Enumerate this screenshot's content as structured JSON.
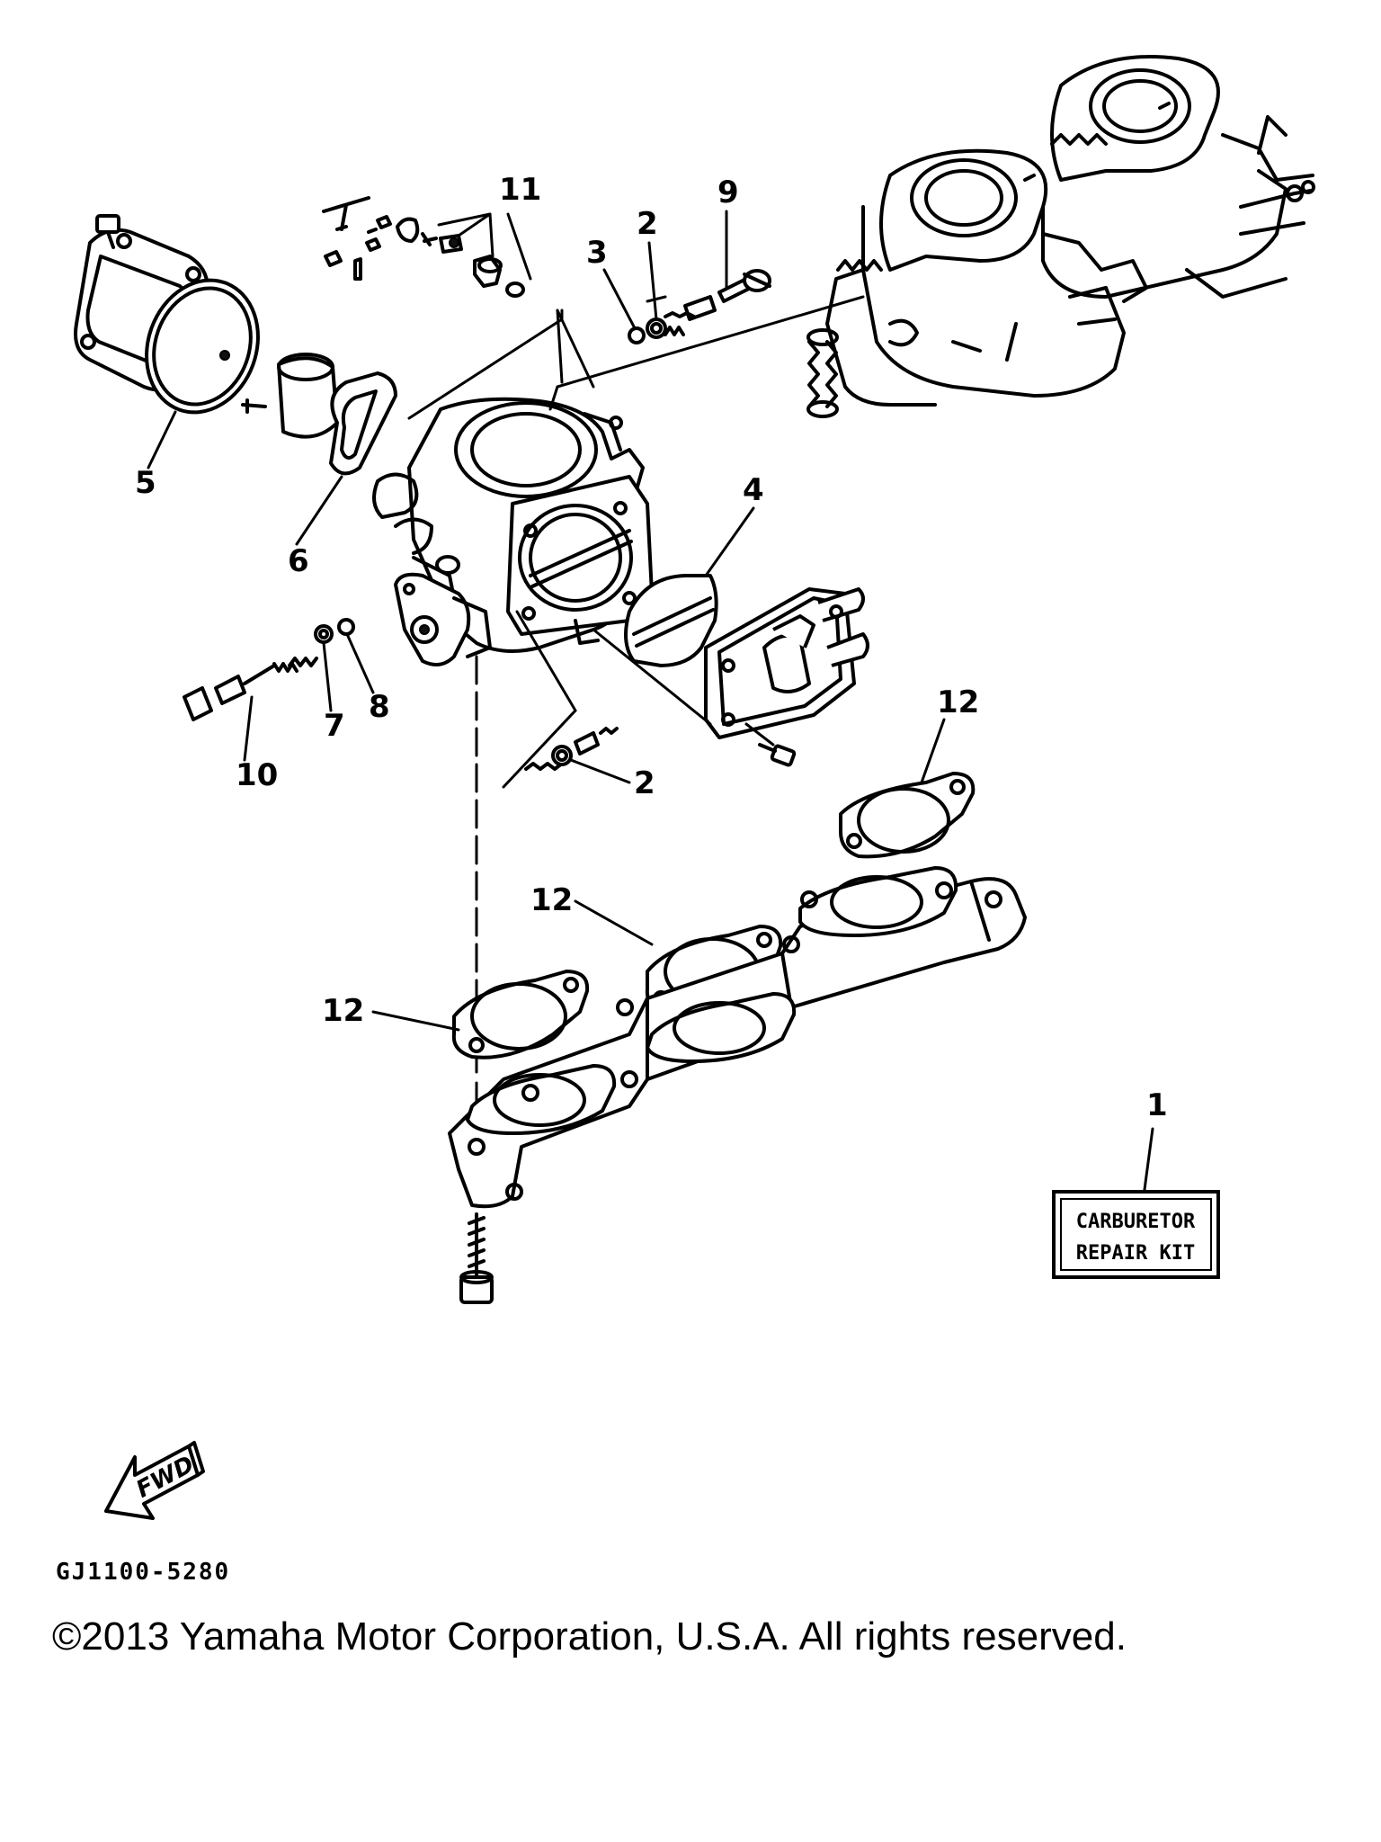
{
  "callouts": [
    {
      "id": "c1",
      "label": "1"
    },
    {
      "id": "c2a",
      "label": "2"
    },
    {
      "id": "c2b",
      "label": "2"
    },
    {
      "id": "c3",
      "label": "3"
    },
    {
      "id": "c4",
      "label": "4"
    },
    {
      "id": "c5",
      "label": "5"
    },
    {
      "id": "c6",
      "label": "6"
    },
    {
      "id": "c7",
      "label": "7"
    },
    {
      "id": "c8",
      "label": "8"
    },
    {
      "id": "c9",
      "label": "9"
    },
    {
      "id": "c10",
      "label": "10"
    },
    {
      "id": "c11",
      "label": "11"
    },
    {
      "id": "c12a",
      "label": "12"
    },
    {
      "id": "c12b",
      "label": "12"
    },
    {
      "id": "c12c",
      "label": "12"
    }
  ],
  "kit_box": {
    "line1": "CARBURETOR",
    "line2": "REPAIR KIT"
  },
  "fwd_arrow": {
    "label": "FWD"
  },
  "diagram_code": "GJ1100-5280",
  "copyright": "©2013 Yamaha Motor Corporation, U.S.A. All rights reserved."
}
